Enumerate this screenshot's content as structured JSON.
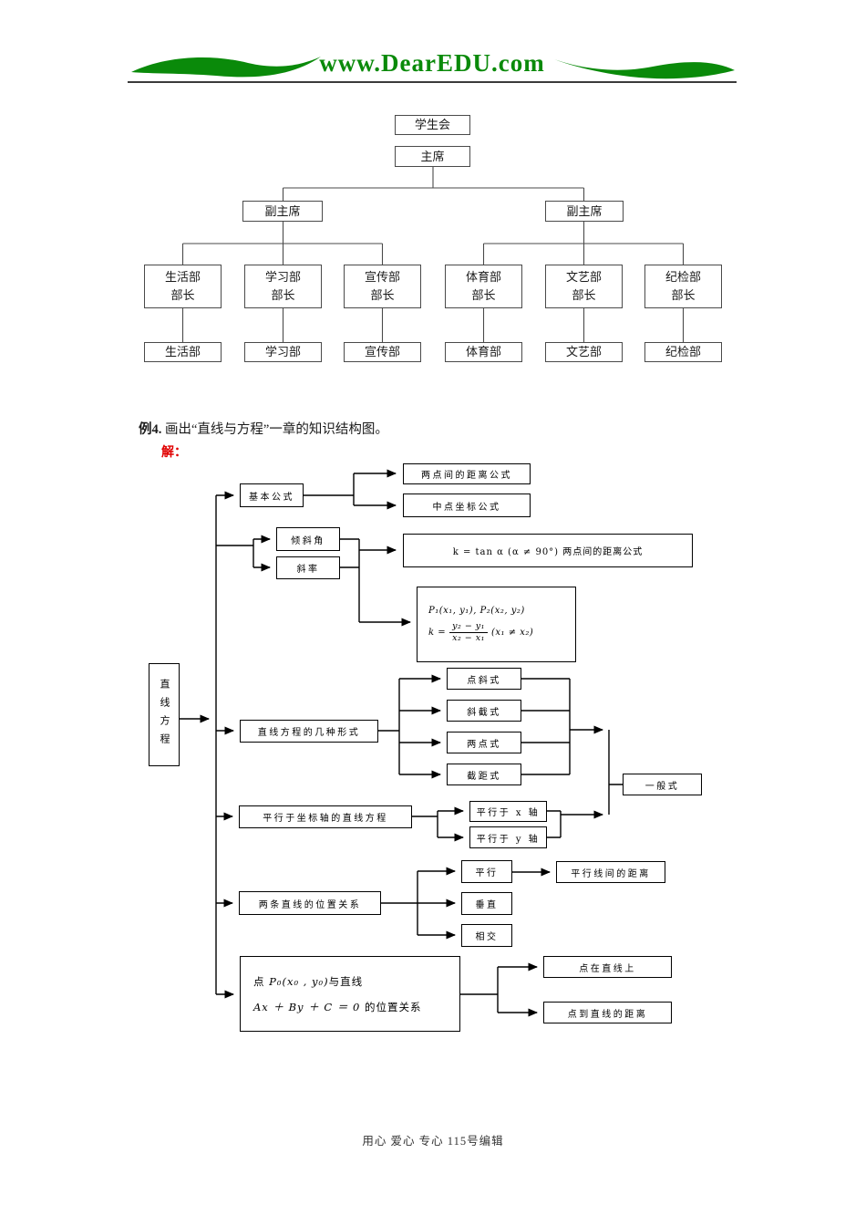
{
  "header": {
    "site": "www.DearEDU.com",
    "brand_color": "#0a8a0a"
  },
  "example": {
    "label": "例4.",
    "text": "画出“直线与方程”一章的知识结构图。",
    "solution": "解：",
    "solution_color": "#e00000"
  },
  "org_chart": {
    "root": "学生会",
    "chairman": "主席",
    "branches": [
      {
        "vice": "副主席",
        "departments": [
          {
            "head_line1": "生活部",
            "head_line2": "部长",
            "dept": "生活部"
          },
          {
            "head_line1": "学习部",
            "head_line2": "部长",
            "dept": "学习部"
          },
          {
            "head_line1": "宣传部",
            "head_line2": "部长",
            "dept": "宣传部"
          }
        ]
      },
      {
        "vice": "副主席",
        "departments": [
          {
            "head_line1": "体育部",
            "head_line2": "部长",
            "dept": "体育部"
          },
          {
            "head_line1": "文艺部",
            "head_line2": "部长",
            "dept": "文艺部"
          },
          {
            "head_line1": "纪检部",
            "head_line2": "部长",
            "dept": "纪检部"
          }
        ]
      }
    ]
  },
  "knowledge_chart": {
    "root": "直线方程",
    "basic_formulas": {
      "label": "基本公式",
      "children": [
        "两点间的距离公式",
        "中点坐标公式"
      ]
    },
    "inclination": "倾斜角",
    "slope": "斜率",
    "slope_formula": "k = tan α (α ≠ 90°) 两点间的距离公式",
    "two_point_slope": {
      "points": "P₁(x₁, y₁), P₂(x₂, y₂)",
      "k_lhs": "k =",
      "numerator": "y₂ − y₁",
      "denominator": "x₂ − x₁",
      "condition": "(x₁ ≠ x₂)"
    },
    "equation_forms": {
      "label": "直线方程的几种形式",
      "children": [
        "点斜式",
        "斜截式",
        "两点式",
        "截距式"
      ],
      "general": "一般式"
    },
    "parallel_axes": {
      "label": "平行于坐标轴的直线方程",
      "children": [
        "平行于 x 轴",
        "平行于 y 轴"
      ]
    },
    "two_lines": {
      "label": "两条直线的位置关系",
      "children": [
        "平行",
        "垂直",
        "相交"
      ],
      "parallel_distance": "平行线间的距离"
    },
    "point_and_line": {
      "line1_prefix": "点",
      "line1_math": "P₀(x₀ , y₀)",
      "line1_suffix": "与直线",
      "line2_math": "Ax ＋ By ＋ C ＝ 0",
      "line2_suffix": "的位置关系",
      "children": [
        "点在直线上",
        "点到直线的距离"
      ]
    }
  },
  "footer": {
    "text": "用心 爱心 专心  115号编辑"
  }
}
